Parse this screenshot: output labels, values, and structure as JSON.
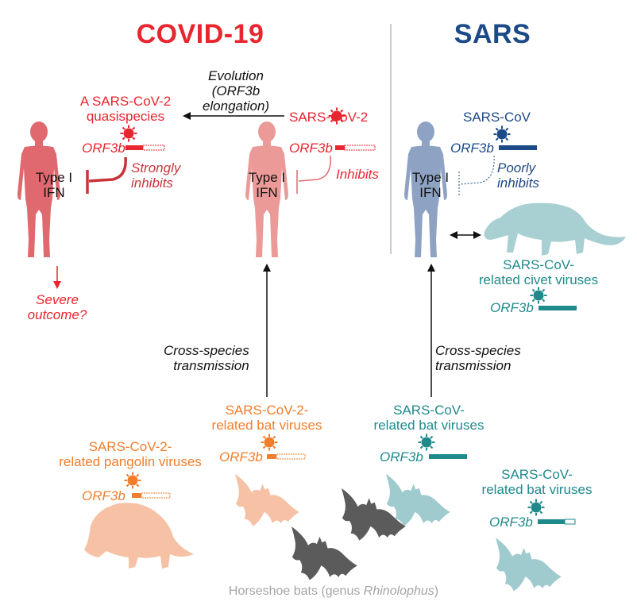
{
  "colors": {
    "covid_red": "#e8262f",
    "covid_human": "#e0696f",
    "sars2_human": "#ec9a98",
    "sars_blue": "#1c4a86",
    "sars_human": "#8ea2c4",
    "teal": "#1f8a8c",
    "teal_light": "#9fcbcf",
    "orange": "#f07e2c",
    "orange_light": "#f6c1a4",
    "dark_bat": "#5b5b5b",
    "gray_text": "#a5a5a5"
  },
  "titles": {
    "covid": "COVID-19",
    "sars": "SARS"
  },
  "evolution": {
    "line1": "Evolution",
    "line2": "(ORF3b",
    "line3": "elongation)"
  },
  "quasispecies": {
    "line1": "A SARS-CoV-2",
    "line2": "quasispecies"
  },
  "sars_cov_2_label": "SARS-CoV-2",
  "sars_cov_label": "SARS-CoV",
  "gene": "ORF3b",
  "ifn": {
    "line1": "Type I",
    "line2": "IFN"
  },
  "strongly": {
    "line1": "Strongly",
    "line2": "inhibits"
  },
  "inhibits": "Inhibits",
  "poorly": {
    "line1": "Poorly",
    "line2": "inhibits"
  },
  "severe": {
    "line1": "Severe",
    "line2": "outcome?"
  },
  "civet": {
    "line1": "SARS-CoV-",
    "line2": "related civet viruses"
  },
  "cross": {
    "line1": "Cross-species",
    "line2": "transmission"
  },
  "bat_sars2": {
    "line1": "SARS-CoV-2-",
    "line2": "related bat viruses"
  },
  "pangolin": {
    "line1": "SARS-CoV-2-",
    "line2": "related pangolin viruses"
  },
  "bat_sars": {
    "line1": "SARS-CoV-",
    "line2": "related bat viruses"
  },
  "bat_sars_b": {
    "line1": "SARS-CoV-",
    "line2": "related bat viruses"
  },
  "horseshoe": {
    "prefix": "Horseshoe bats (genus ",
    "genus": "Rhinolophus",
    "suffix": ")"
  }
}
